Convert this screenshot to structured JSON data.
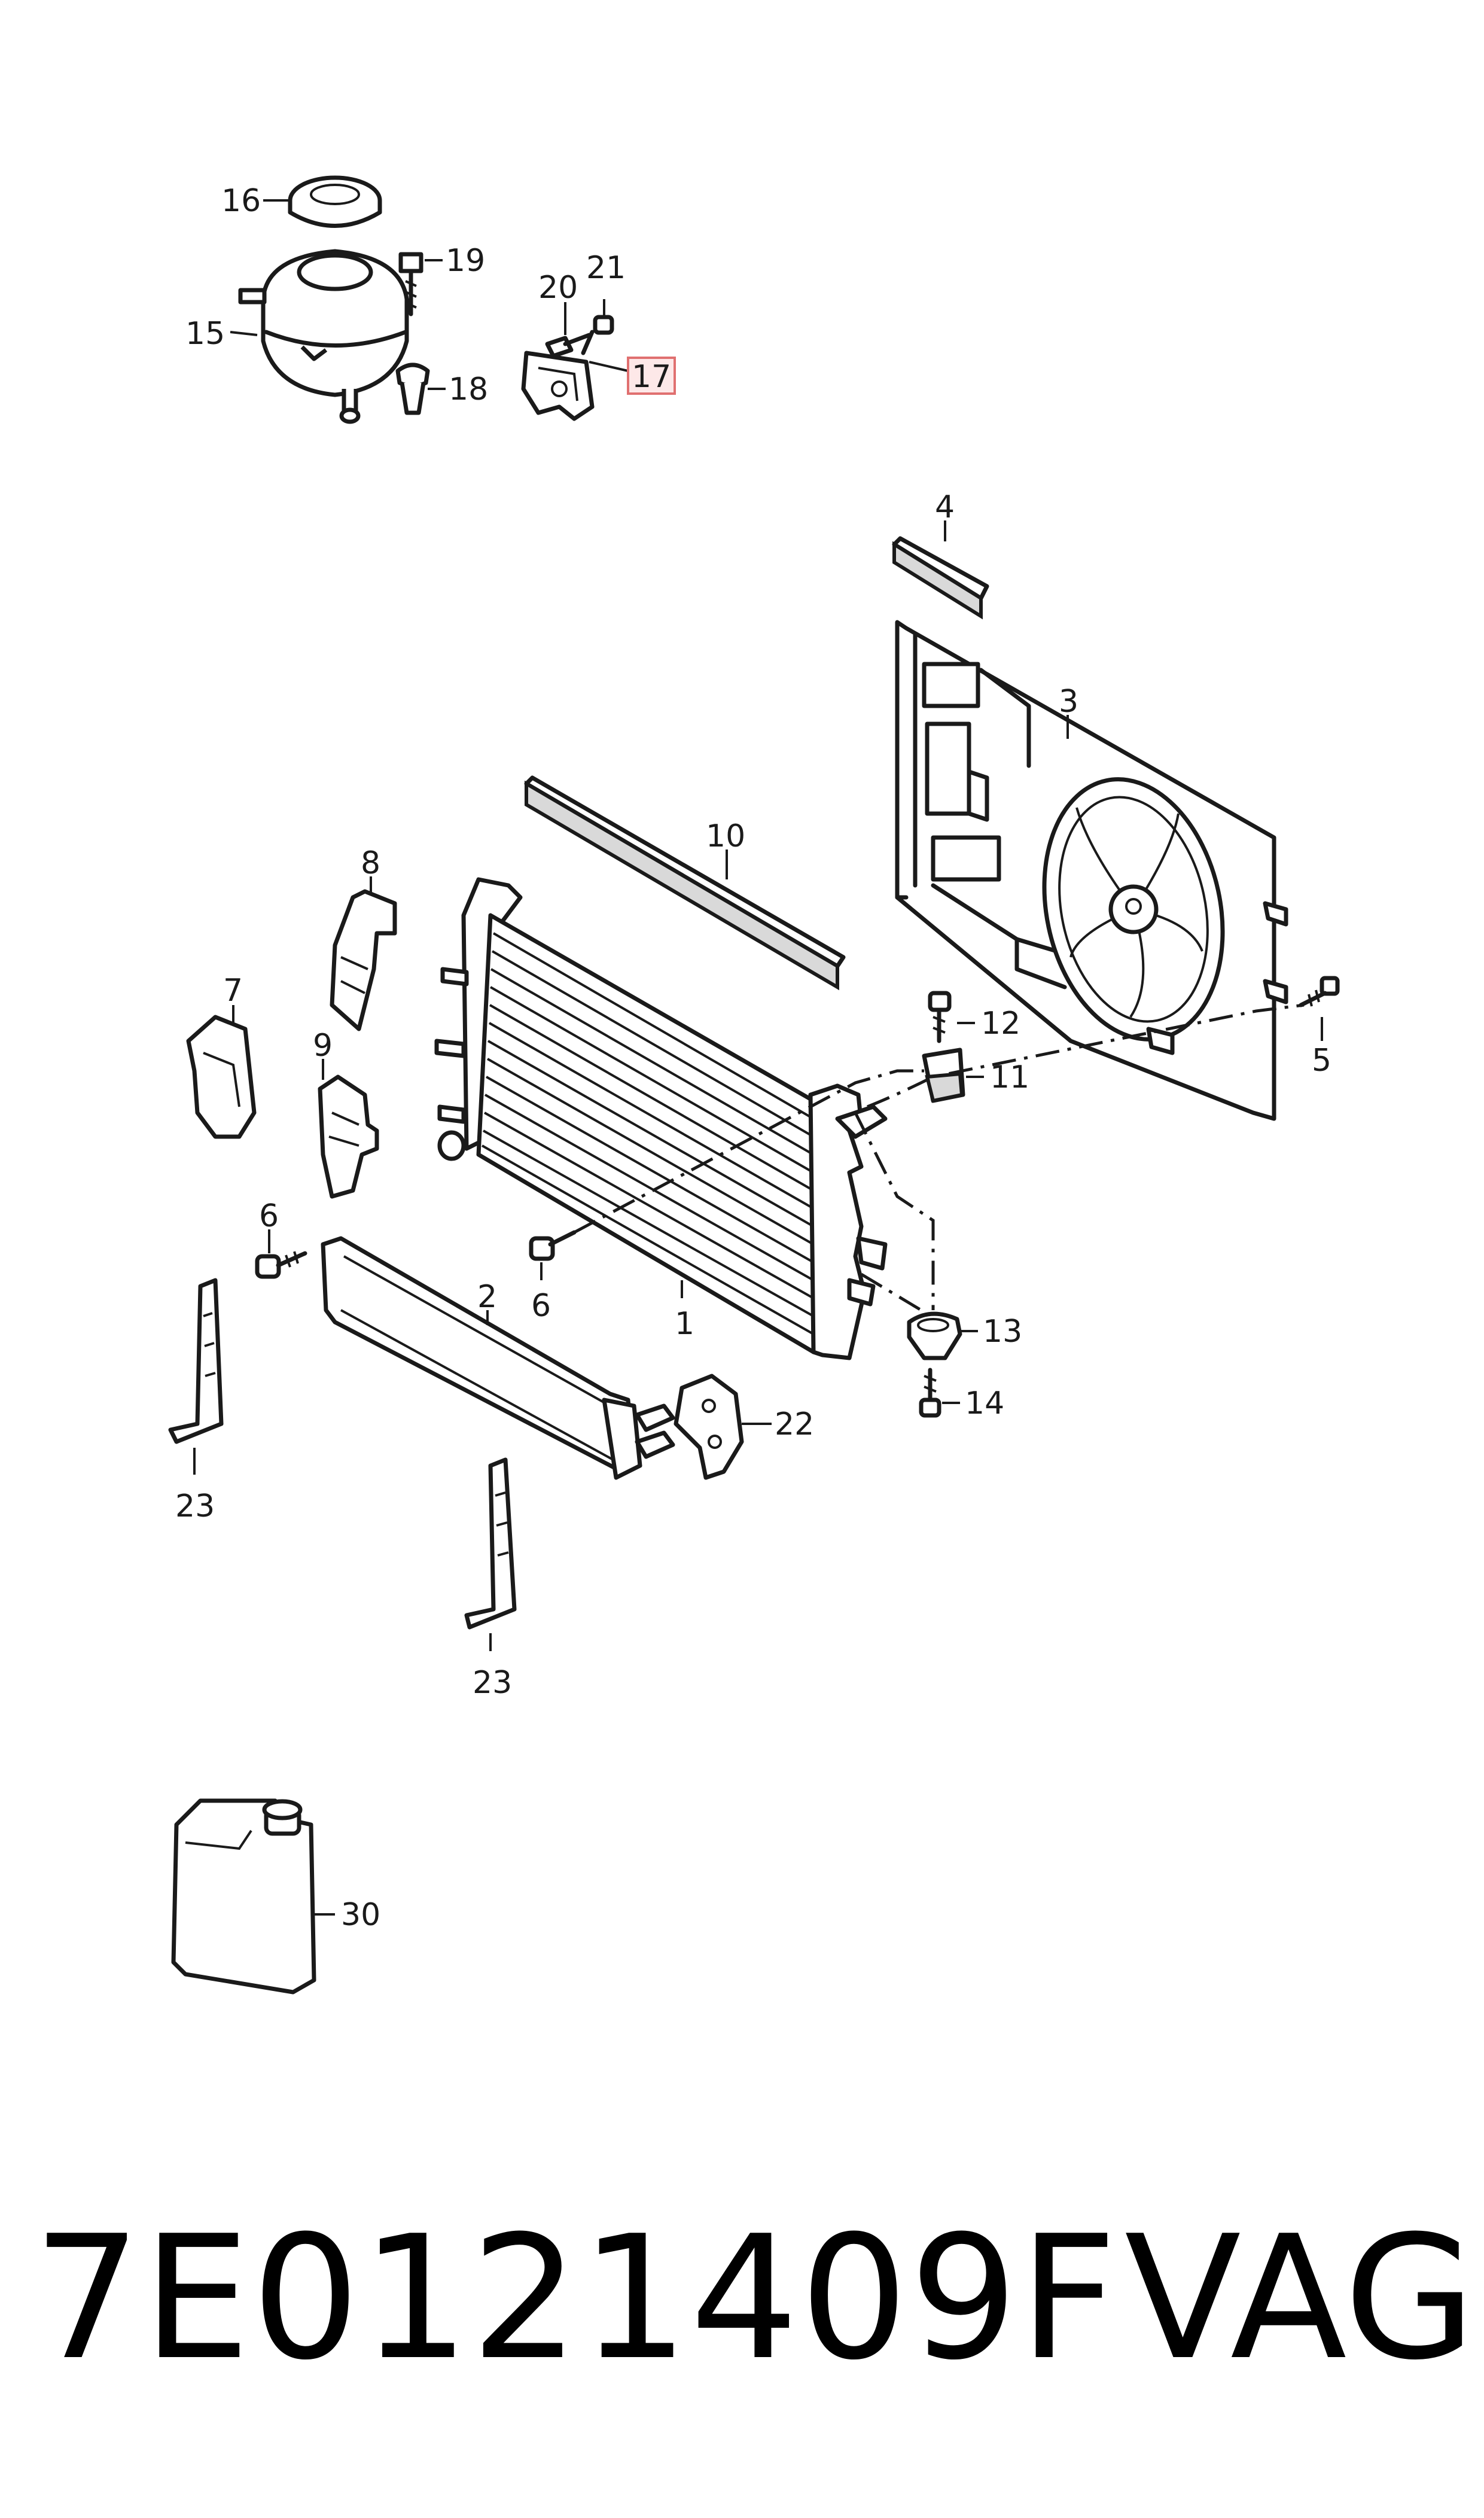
{
  "callouts": {
    "c1": "1",
    "c2": "2",
    "c3": "3",
    "c4": "4",
    "c5": "5",
    "c6a": "6",
    "c6b": "6",
    "c7": "7",
    "c8": "8",
    "c9": "9",
    "c10": "10",
    "c11": "11",
    "c12": "12",
    "c13": "13",
    "c14": "14",
    "c15": "15",
    "c16": "16",
    "c17": "17",
    "c18": "18",
    "c19": "19",
    "c20": "20",
    "c21": "21",
    "c22": "22",
    "c23a": "23",
    "c23b": "23",
    "c30": "30"
  },
  "highlighted_callout": "17",
  "highlight_color": "#e07070",
  "footer": {
    "part_number": "7E0121409F",
    "brand": "VAG"
  }
}
